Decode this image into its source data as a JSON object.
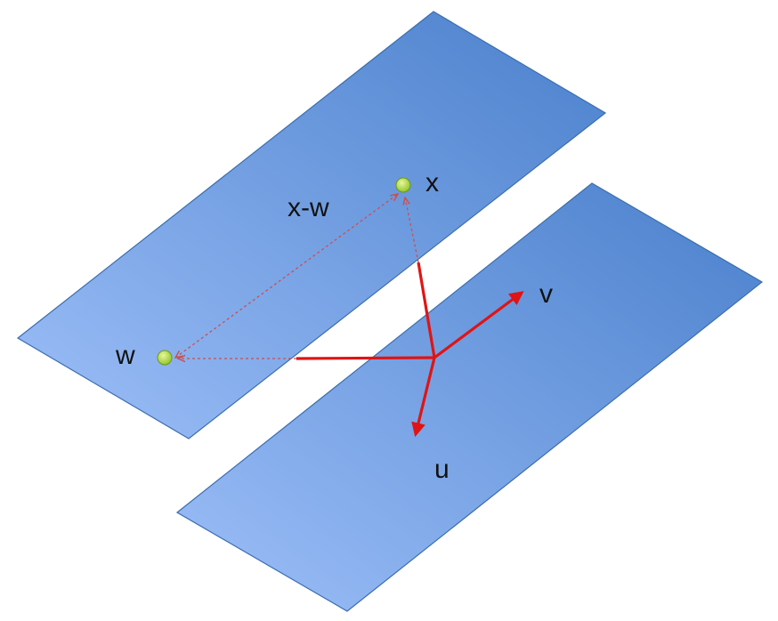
{
  "labels": {
    "x": "x",
    "w": "w",
    "diff": "x-w",
    "u": "u",
    "v": "v"
  },
  "colors": {
    "plane_light": "#9dbff8",
    "plane_dark": "#4a80cc",
    "plane_edge": "#3c6eae",
    "vector": "#e01414",
    "dashed": "#c85050",
    "point_fill": "#a8d62a",
    "point_edge": "#6d9a14"
  }
}
